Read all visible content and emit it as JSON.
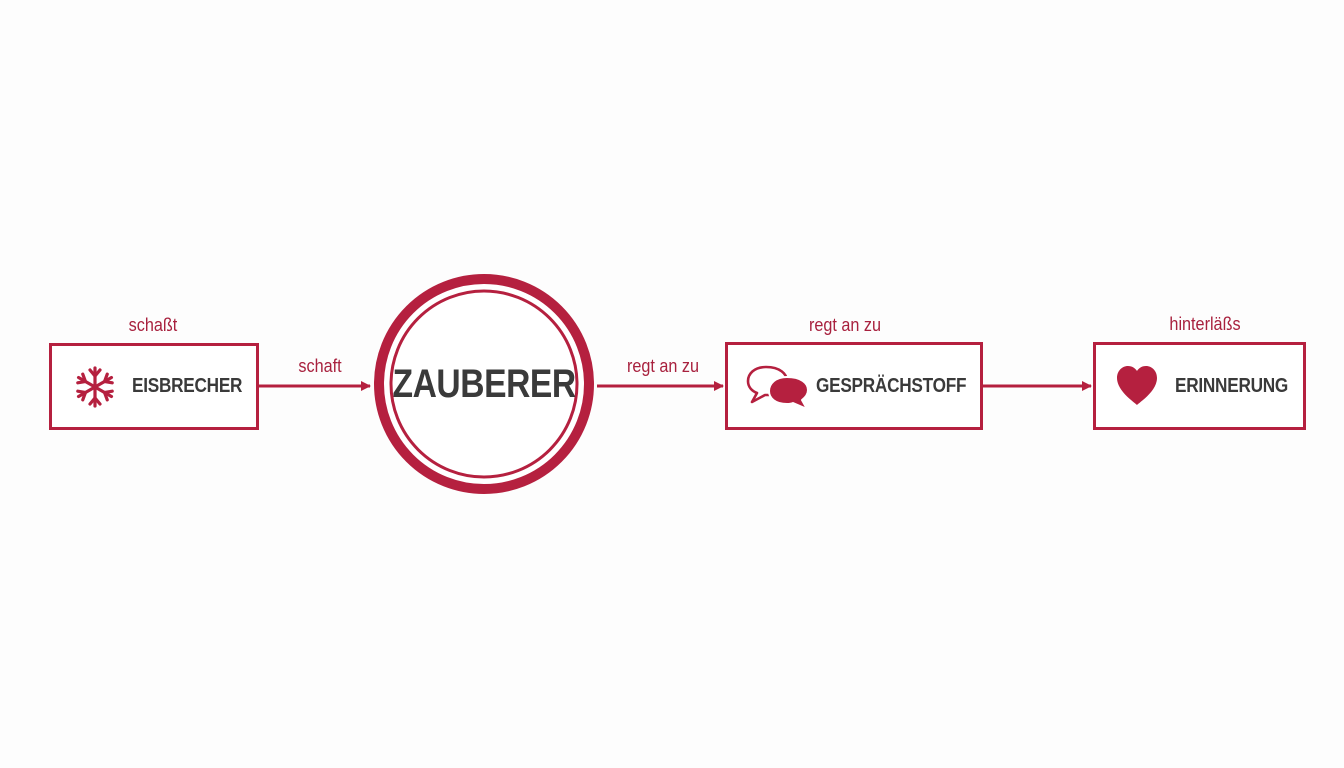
{
  "colors": {
    "accent": "#b5203f",
    "text": "#3a3a3a",
    "background": "#fdfdfd"
  },
  "nodes": {
    "eisbrecher": {
      "label": "EISBRECHER",
      "icon": "snowflake-icon"
    },
    "zauberer": {
      "label": "ZAUBERER"
    },
    "gespraechstoff": {
      "label": "GESPRÄCHSTOFF",
      "icon": "speech-bubbles-icon"
    },
    "erinnerung": {
      "label": "ERINNERUNG",
      "icon": "heart-icon"
    }
  },
  "edge_labels": {
    "above_eisbrecher": "schaßt",
    "schaft": "schaft",
    "regt_an_zu_arrow": "regt an zu",
    "regt_an_zu_above": "regt an zu",
    "hinterlaess": "hinterläßs"
  }
}
